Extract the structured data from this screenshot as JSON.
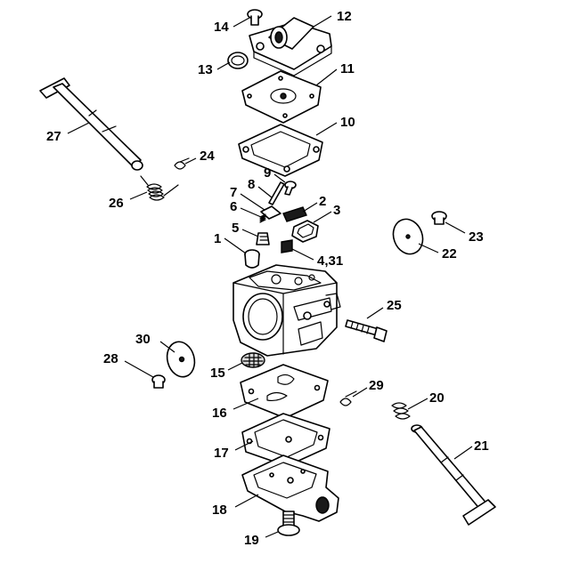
{
  "callouts": [
    {
      "id": "c1",
      "label": "1"
    },
    {
      "id": "c2",
      "label": "2"
    },
    {
      "id": "c3",
      "label": "3"
    },
    {
      "id": "c4",
      "label": "4,31"
    },
    {
      "id": "c5",
      "label": "5"
    },
    {
      "id": "c6",
      "label": "6"
    },
    {
      "id": "c7",
      "label": "7"
    },
    {
      "id": "c8",
      "label": "8"
    },
    {
      "id": "c9",
      "label": "9"
    },
    {
      "id": "c10",
      "label": "10"
    },
    {
      "id": "c11",
      "label": "11"
    },
    {
      "id": "c12",
      "label": "12"
    },
    {
      "id": "c13",
      "label": "13"
    },
    {
      "id": "c14",
      "label": "14"
    },
    {
      "id": "c15",
      "label": "15"
    },
    {
      "id": "c16",
      "label": "16"
    },
    {
      "id": "c17",
      "label": "17"
    },
    {
      "id": "c18",
      "label": "18"
    },
    {
      "id": "c19",
      "label": "19"
    },
    {
      "id": "c20",
      "label": "20"
    },
    {
      "id": "c21",
      "label": "21"
    },
    {
      "id": "c22",
      "label": "22"
    },
    {
      "id": "c23",
      "label": "23"
    },
    {
      "id": "c24",
      "label": "24"
    },
    {
      "id": "c25",
      "label": "25"
    },
    {
      "id": "c26",
      "label": "26"
    },
    {
      "id": "c27",
      "label": "27"
    },
    {
      "id": "c28",
      "label": "28"
    },
    {
      "id": "c29",
      "label": "29"
    },
    {
      "id": "c30",
      "label": "30"
    }
  ]
}
